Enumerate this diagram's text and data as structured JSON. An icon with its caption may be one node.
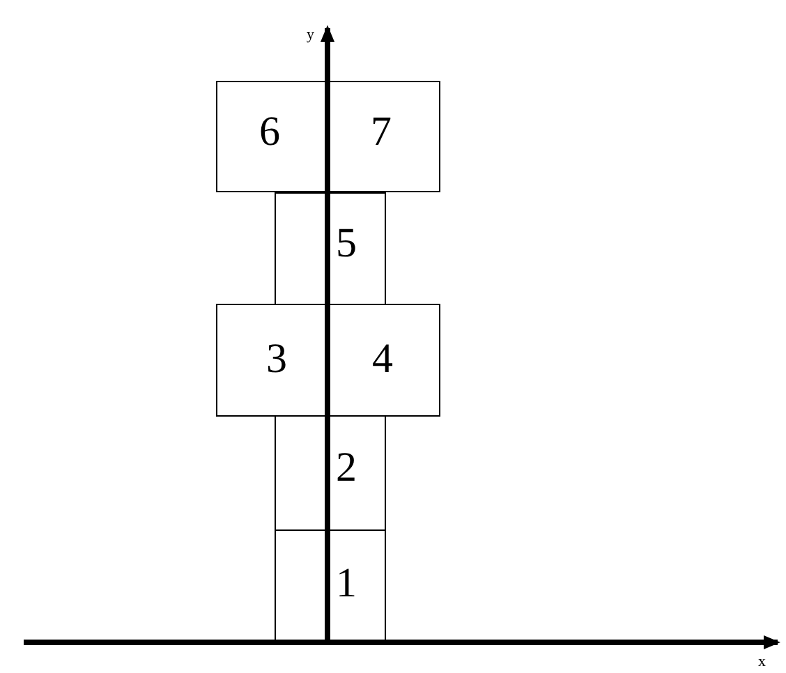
{
  "diagram": {
    "nodes": [
      {
        "text": [
          "6"
        ]
      },
      {
        "text": [
          "7"
        ]
      },
      {
        "text": [
          "5"
        ]
      },
      {
        "text": [
          "3"
        ]
      },
      {
        "text": [
          "4"
        ]
      },
      {
        "text": [
          "2"
        ]
      },
      {
        "text": [
          "1"
        ]
      }
    ],
    "labels": [
      "y",
      "x"
    ]
  }
}
